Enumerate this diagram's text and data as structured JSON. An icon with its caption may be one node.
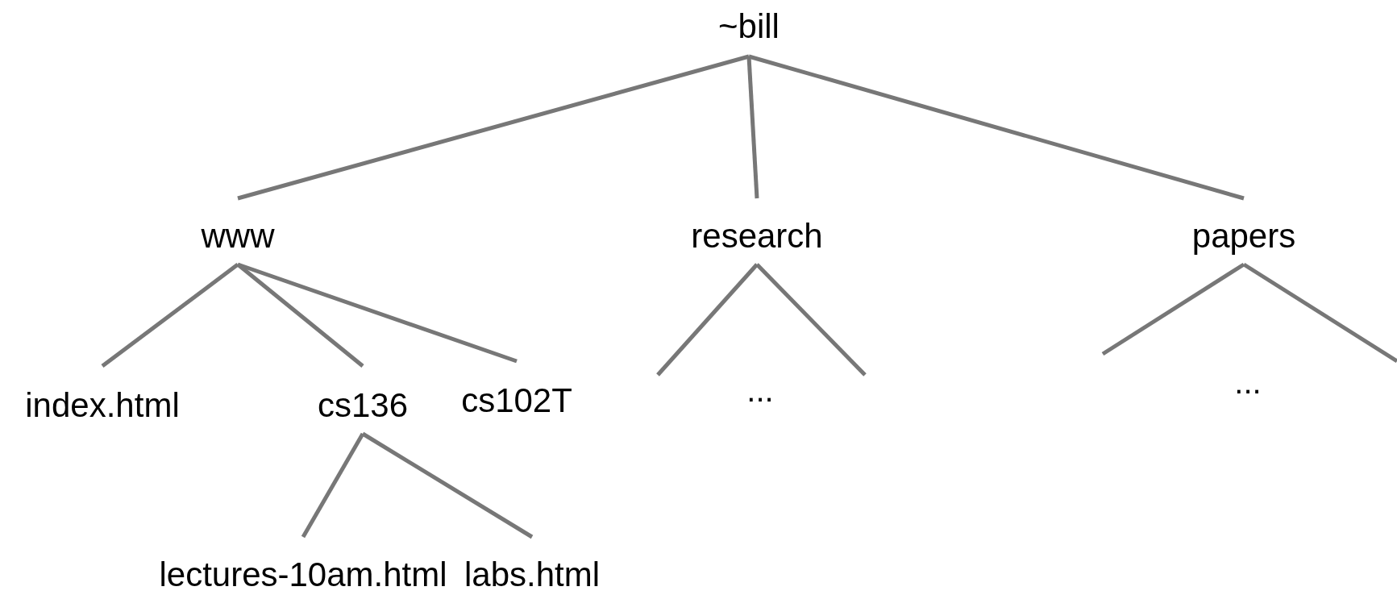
{
  "diagram": {
    "nodes": [
      {
        "text": [
          "~bill"
        ]
      },
      {
        "text": [
          "www"
        ]
      },
      {
        "text": [
          "research"
        ]
      },
      {
        "text": [
          "papers"
        ]
      },
      {
        "text": [
          "index.html"
        ]
      },
      {
        "text": [
          "cs136"
        ]
      },
      {
        "text": [
          "cs102T"
        ]
      },
      {
        "text": [
          "lectures-10am.html"
        ]
      },
      {
        "text": [
          "labs.html"
        ]
      }
    ],
    "edges": [
      {
        "from": 0,
        "to": 1,
        "arrow": "none"
      },
      {
        "from": 0,
        "to": 2,
        "arrow": "none"
      },
      {
        "from": 0,
        "to": 3,
        "arrow": "none"
      },
      {
        "from": 1,
        "to": 4,
        "arrow": "none"
      },
      {
        "from": 1,
        "to": 5,
        "arrow": "none"
      },
      {
        "from": 1,
        "to": 6,
        "arrow": "none"
      },
      {
        "from": 2,
        "to": null,
        "arrow": "none"
      },
      {
        "from": 2,
        "to": null,
        "arrow": "none"
      },
      {
        "from": 3,
        "to": null,
        "arrow": "none"
      },
      {
        "from": 3,
        "to": null,
        "arrow": "none"
      },
      {
        "from": 5,
        "to": 7,
        "arrow": "none"
      },
      {
        "from": 5,
        "to": 8,
        "arrow": "none"
      }
    ],
    "labels": [
      "...",
      "..."
    ]
  }
}
